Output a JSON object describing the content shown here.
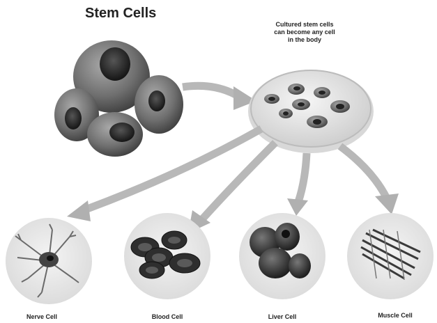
{
  "title": "Stem Cells",
  "caption": {
    "line1": "Cultured stem cells",
    "line2": "can become any cell",
    "line3": "in the body"
  },
  "targets": [
    {
      "label": "Nerve Cell"
    },
    {
      "label": "Blood Cell"
    },
    {
      "label": "Liver Cell"
    },
    {
      "label": "Muscle Cell"
    }
  ],
  "colors": {
    "cell_dark": "#3a3a3a",
    "cell_mid": "#7a7a7a",
    "arrow": "#b8b8b8",
    "dish": "#e6e6e6"
  }
}
